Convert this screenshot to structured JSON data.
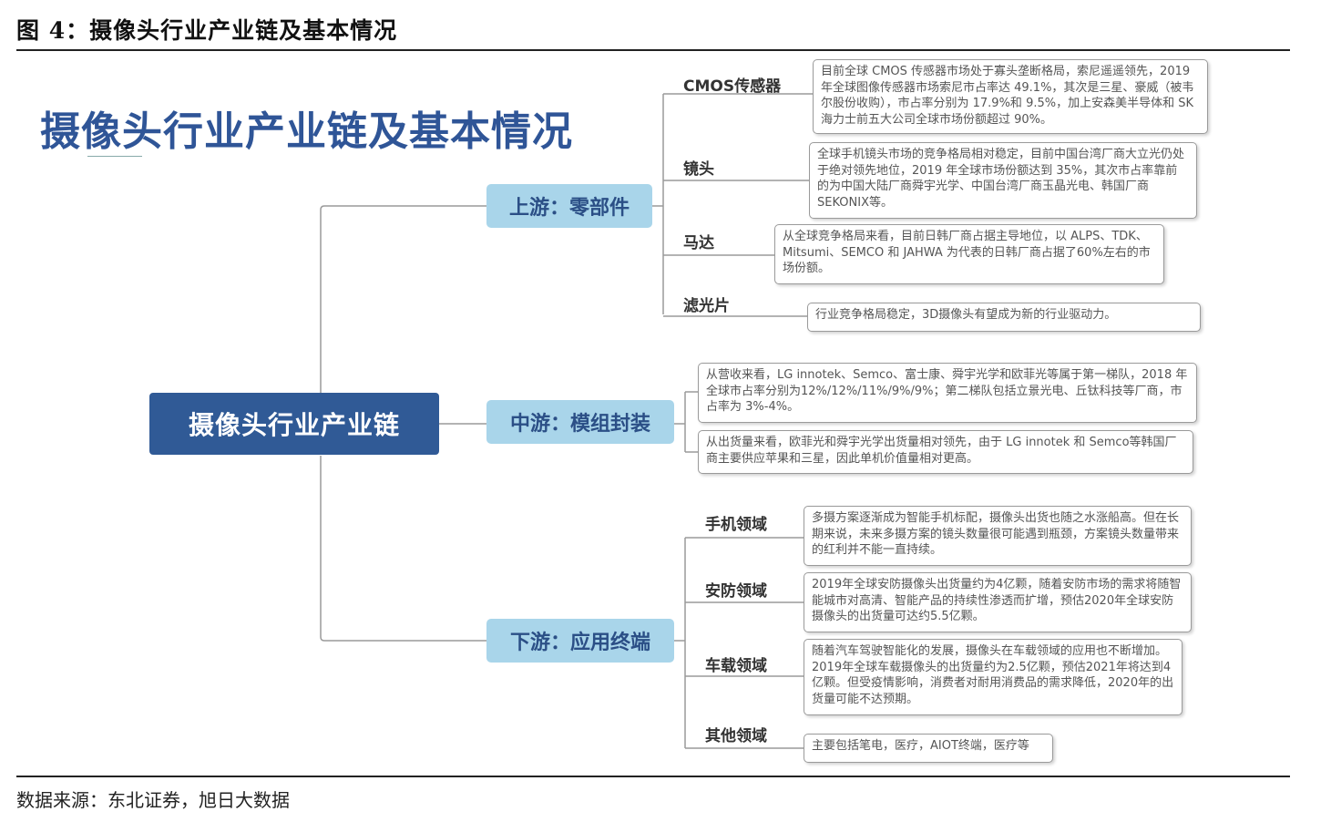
{
  "figure_title": "图 4：摄像头行业产业链及基本情况",
  "main_title": "摄像头行业产业链及基本情况",
  "root": "摄像头行业产业链",
  "upstream": {
    "label": "上游：零部件",
    "items": [
      {
        "label": "CMOS传感器",
        "text": "目前全球 CMOS 传感器市场处于寡头垄断格局，索尼遥遥领先，2019 年全球图像传感器市场索尼市占率达 49.1%，其次是三星、豪威（被韦尔股份收购），市占率分别为 17.9%和 9.5%，加上安森美半导体和 SK 海力士前五大公司全球市场份额超过 90%。"
      },
      {
        "label": "镜头",
        "text": "全球手机镜头市场的竞争格局相对稳定，目前中国台湾厂商大立光仍处于绝对领先地位，2019 年全球市场份额达到 35%，其次市占率靠前的为中国大陆厂商舜宇光学、中国台湾厂商玉晶光电、韩国厂商 SEKONIX等。"
      },
      {
        "label": "马达",
        "text": "从全球竞争格局来看，目前日韩厂商占据主导地位，以 ALPS、TDK、Mitsumi、SEMCO 和 JAHWA 为代表的日韩厂商占据了60%左右的市场份额。"
      },
      {
        "label": "滤光片",
        "text": "行业竞争格局稳定，3D摄像头有望成为新的行业驱动力。"
      }
    ]
  },
  "midstream": {
    "label": "中游：模组封装",
    "items": [
      {
        "text": "从营收来看，LG innotek、Semco、富士康、舜宇光学和欧菲光等属于第一梯队，2018 年全球市占率分别为12%/12%/11%/9%/9%；第二梯队包括立景光电、丘钛科技等厂商，市占率为 3%-4%。"
      },
      {
        "text": "从出货量来看，欧菲光和舜宇光学出货量相对领先，由于 LG innotek 和 Semco等韩国厂商主要供应苹果和三星，因此单机价值量相对更高。"
      }
    ]
  },
  "downstream": {
    "label": "下游：应用终端",
    "items": [
      {
        "label": "手机领域",
        "text": "多摄方案逐渐成为智能手机标配，摄像头出货也随之水涨船高。但在长期来说，未来多摄方案的镜头数量很可能遇到瓶颈，方案镜头数量带来的红利并不能一直持续。"
      },
      {
        "label": "安防领域",
        "text": "2019年全球安防摄像头出货量约为4亿颗，随着安防市场的需求将随智能城市对高清、智能产品的持续性渗透而扩增，预估2020年全球安防摄像头的出货量可达约5.5亿颗。"
      },
      {
        "label": "车载领域",
        "text": "随着汽车驾驶智能化的发展，摄像头在车载领域的应用也不断增加。2019年全球车载摄像头的出货量约为2.5亿颗，预估2021年将达到4亿颗。但受疫情影响，消费者对耐用消费品的需求降低，2020年的出货量可能不达预期。"
      },
      {
        "label": "其他领域",
        "text": "主要包括笔电，医疗，AIOT终端，医疗等"
      }
    ]
  },
  "source": "数据来源：东北证券，旭日大数据"
}
